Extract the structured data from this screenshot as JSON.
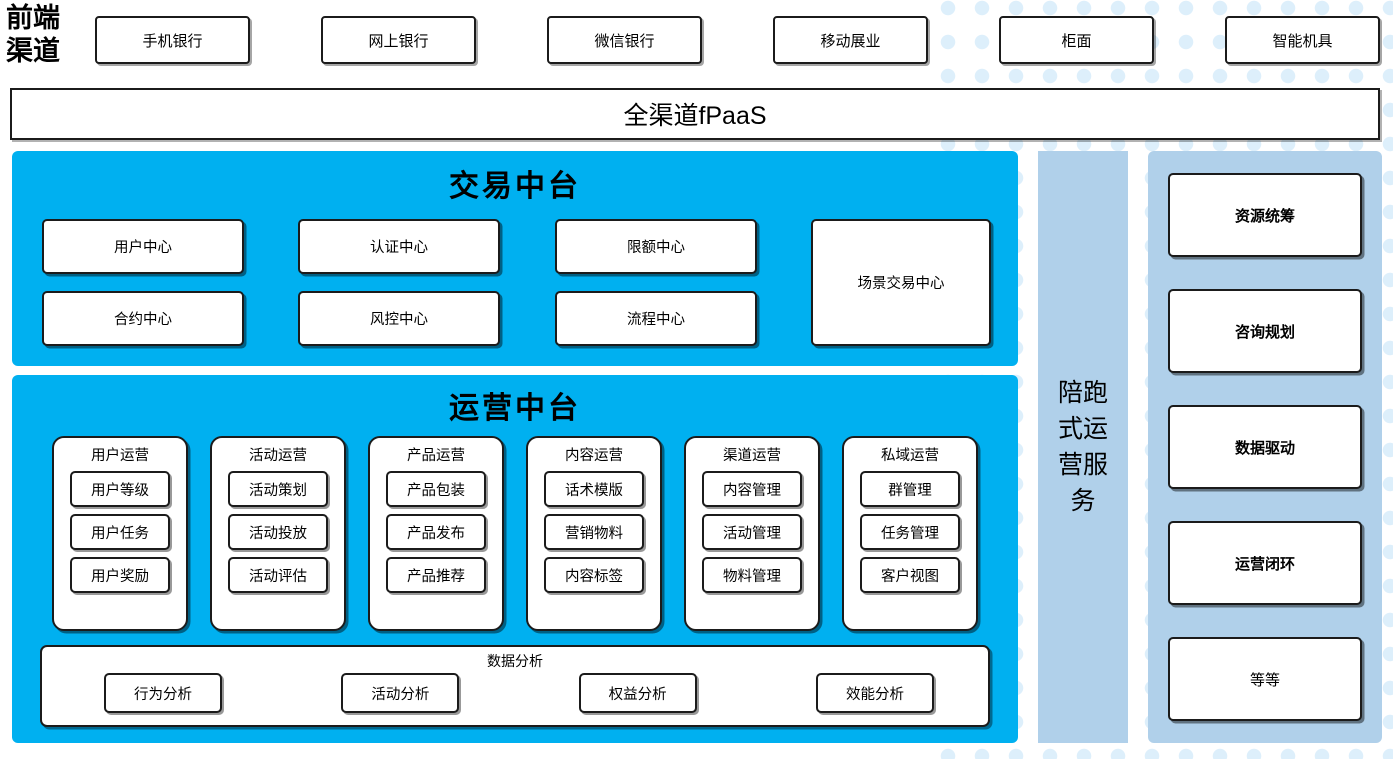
{
  "channels": {
    "label": "前端渠道",
    "items": [
      {
        "label": "手机银行"
      },
      {
        "label": "网上银行"
      },
      {
        "label": "微信银行"
      },
      {
        "label": "移动展业"
      },
      {
        "label": "柜面"
      },
      {
        "label": "智能机具"
      }
    ]
  },
  "fpaas": {
    "label": "全渠道fPaaS"
  },
  "trade_platform": {
    "title": "交易中台",
    "boxes": [
      {
        "label": "用户中心"
      },
      {
        "label": "认证中心"
      },
      {
        "label": "限额中心"
      },
      {
        "label": "合约中心"
      },
      {
        "label": "风控中心"
      },
      {
        "label": "流程中心"
      },
      {
        "label": "场景交易中心"
      }
    ]
  },
  "ops_platform": {
    "title": "运营中台",
    "columns": [
      {
        "title": "用户运营",
        "items": [
          "用户等级",
          "用户任务",
          "用户奖励"
        ]
      },
      {
        "title": "活动运营",
        "items": [
          "活动策划",
          "活动投放",
          "活动评估"
        ]
      },
      {
        "title": "产品运营",
        "items": [
          "产品包装",
          "产品发布",
          "产品推荐"
        ]
      },
      {
        "title": "内容运营",
        "items": [
          "话术模版",
          "营销物料",
          "内容标签"
        ]
      },
      {
        "title": "渠道运营",
        "items": [
          "内容管理",
          "活动管理",
          "物料管理"
        ]
      },
      {
        "title": "私域运营",
        "items": [
          "群管理",
          "任务管理",
          "客户视图"
        ]
      }
    ],
    "analysis": {
      "title": "数据分析",
      "items": [
        "行为分析",
        "活动分析",
        "权益分析",
        "效能分析"
      ]
    }
  },
  "service_column": {
    "label": "陪跑式运营服务",
    "cards": [
      {
        "label": "资源统筹",
        "bold": true
      },
      {
        "label": "咨询规划",
        "bold": true
      },
      {
        "label": "数据驱动",
        "bold": true
      },
      {
        "label": "运营闭环",
        "bold": true
      },
      {
        "label": "等等",
        "bold": false
      }
    ]
  },
  "colors": {
    "accent_cyan": "#00b0f0",
    "accent_light_blue": "#b0d0ea",
    "dot_blue": "#ddeffb",
    "stroke": "#1b1b1b"
  }
}
